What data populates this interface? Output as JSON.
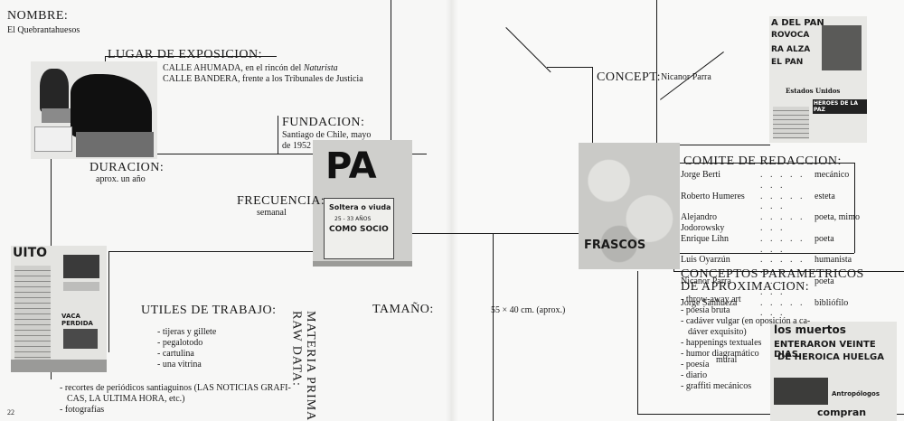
{
  "page_number": "22",
  "nombre": {
    "heading": "NOMBRE:",
    "value": "El Quebrantahuesos"
  },
  "lugar": {
    "heading": "LUGAR DE EXPOSICION:",
    "line1_prefix": "CALLE AHUMADA, en el rincón del ",
    "line1_italic": "Naturista",
    "line2": "CALLE BANDERA, frente a los Tribunales de Justicia"
  },
  "duracion": {
    "heading": "DURACION:",
    "value": "aprox. un año"
  },
  "fundacion": {
    "heading": "FUNDACION:",
    "line1": "Santiago de Chile, mayo",
    "line2": "de 1952"
  },
  "frecuencia": {
    "heading": "FRECUENCIA:",
    "value": "semanal"
  },
  "utiles": {
    "heading": "UTILES DE TRABAJO:",
    "items": [
      "- tijeras y gillete",
      "- pegalotodo",
      "- cartulina",
      "- una vitrina"
    ]
  },
  "materia": {
    "line1": "MATERIA PRIMA",
    "line2": "RAW DATA:"
  },
  "materia_items": {
    "item1_line1": "- recortes de periódicos santiaguinos (LAS NOTICIAS GRAFI-",
    "item1_line2": "CAS, LA ULTIMA HORA, etc.)",
    "item2": "- fotografías"
  },
  "tamano": {
    "heading": "TAMAÑO:",
    "value": "55 × 40 cm. (aprox.)"
  },
  "concept": {
    "heading": "CONCEPT:",
    "value": "Nicanor Parra"
  },
  "comite": {
    "heading": "COMITE DE REDACCION:",
    "leader": ". . . . . . . .",
    "members": [
      {
        "name": "Jorge Berti",
        "role": "mecánico"
      },
      {
        "name": "Roberto Humeres",
        "role": "esteta"
      },
      {
        "name": "Alejandro Jodorowsky",
        "role": "poeta, mimo"
      },
      {
        "name": "Enrique Lihn",
        "role": "poeta"
      },
      {
        "name": "Luis Oyarzún",
        "role": "humanista"
      },
      {
        "name": "Nicanor Parra",
        "role": "poeta"
      },
      {
        "name": "Jorge Sanhueza",
        "role": "bibliófilo"
      }
    ]
  },
  "conceptos": {
    "heading_line1": "CONCEPTOS PARAMETRICOS",
    "heading_line2": "DE APROXIMACION:",
    "items": [
      "- throw-away art",
      "- poesía bruta",
      "- cadáver vulgar (en oposición a ca-",
      "  dáver exquisito)",
      "- happenings textuales",
      "- humor diagramático",
      "- poesía",
      "- diario",
      "- graffiti mecánicos"
    ],
    "mural": "mural"
  },
  "clip_texts": {
    "pa": "PA",
    "soltera_line1": "Soltera o viuda",
    "soltera_line2": "25 - 33 AÑOS",
    "soltera_line3": "COMO SOCIO",
    "uito": "UITO",
    "vaca": "VACA PERDIDA",
    "del_pan": "A DEL PAN",
    "rovoca": "ROVOCA",
    "ra_alza": "RA ALZA",
    "el_pan": "EL PAN",
    "estados": "Estados Unidos",
    "heroes": "HEROES DE LA PAZ",
    "frascos": "FRASCOS",
    "los_muertos": "los muertos",
    "enteraron": "ENTERARON VEINTE DIAS",
    "heroica": "DE HEROICA HUELGA",
    "compran": "compran",
    "antropologos": "Antropólogos"
  }
}
